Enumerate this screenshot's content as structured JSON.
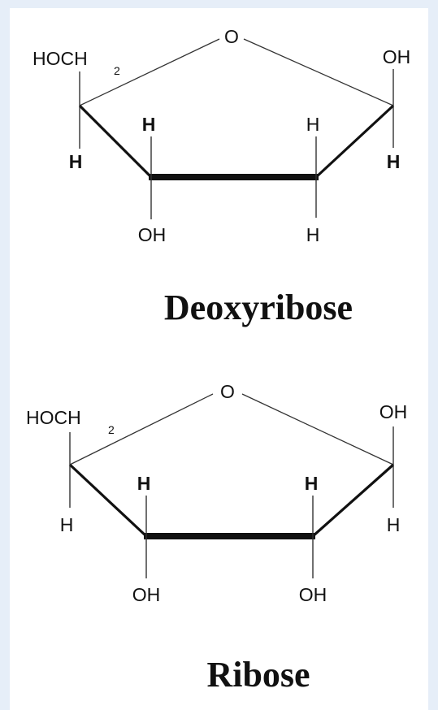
{
  "molecules": [
    {
      "name": "Deoxyribose",
      "labels": {
        "ring_oxygen": "O",
        "c5_group": "HOCH",
        "c5_subscript": "2",
        "c1_top": "OH",
        "c1_bottom": "H",
        "c4_bottom": "H",
        "c3_top": "H",
        "c3_bottom": "OH",
        "c2_top": "H",
        "c2_bottom": "H"
      }
    },
    {
      "name": "Ribose",
      "labels": {
        "ring_oxygen": "O",
        "c5_group": "HOCH",
        "c5_subscript": "2",
        "c1_top": "OH",
        "c1_bottom": "H",
        "c4_bottom": "H",
        "c3_top": "H",
        "c3_bottom": "OH",
        "c2_top": "H",
        "c2_bottom": "OH"
      }
    }
  ]
}
